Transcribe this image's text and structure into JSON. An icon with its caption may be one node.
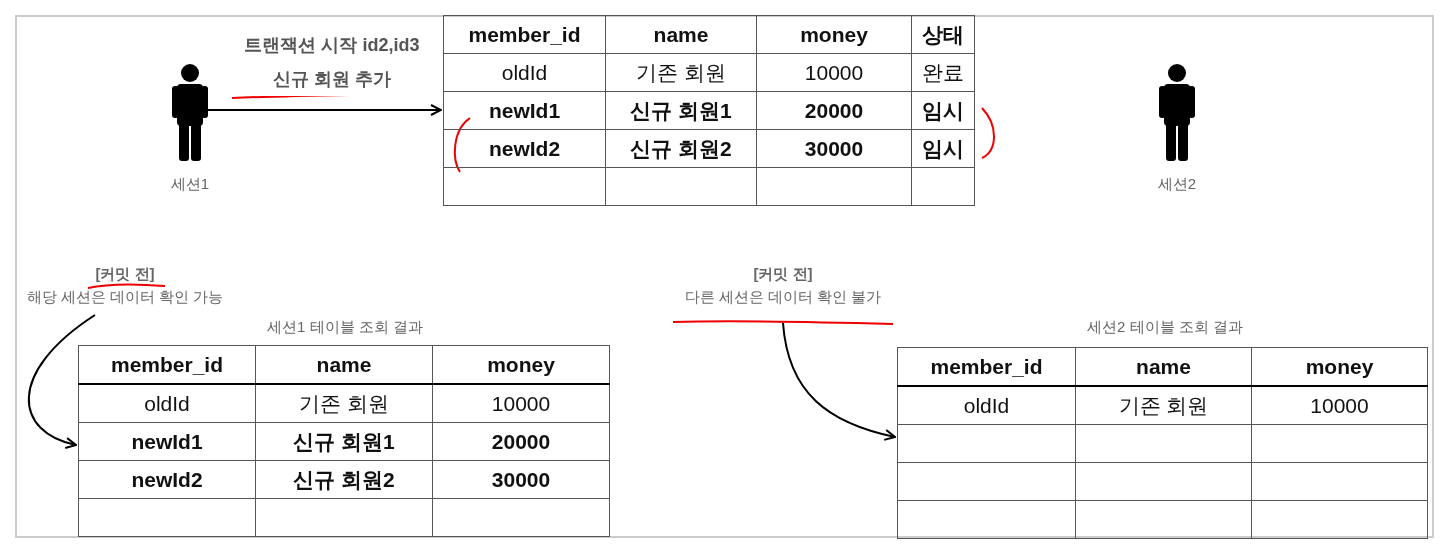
{
  "diagram": {
    "nodes": [
      {
        "text": [],
        "shape": "person",
        "beside": [
          "세션1"
        ]
      },
      {
        "text": [
          "member_id",
          "name",
          "money",
          "상태",
          "oldId",
          "기존 회원",
          "10000",
          "완료",
          "newId1",
          "신규 회원1",
          "20000",
          "임시",
          "newId2",
          "신규 회원2",
          "30000",
          "임시"
        ]
      },
      {
        "text": [],
        "shape": "person",
        "beside": [
          "세션2"
        ]
      },
      {
        "text": [
          "[커밋 전]",
          "해당 세션은 데이터 확인 가능"
        ]
      },
      {
        "text": [
          "member_id",
          "name",
          "money",
          "oldId",
          "기존 회원",
          "10000",
          "newId1",
          "신규 회원1",
          "20000",
          "newId2",
          "신규 회원2",
          "30000"
        ],
        "beside": [
          "세션1 테이블 조회 결과"
        ]
      },
      {
        "text": [
          "[커밋 전]",
          "다른 세션은 데이터 확인 불가"
        ]
      },
      {
        "text": [
          "member_id",
          "name",
          "money",
          "oldId",
          "기존 회원",
          "10000"
        ],
        "beside": [
          "세션2 테이블 조회 결과"
        ]
      }
    ],
    "edges": [
      {
        "from": 0,
        "to": 1,
        "arrow": "to",
        "label": "트랜잭션 시작 id2,id3 신규 회원 추가"
      },
      {
        "from": 3,
        "to": 4,
        "arrow": "to"
      },
      {
        "from": 5,
        "to": 6,
        "arrow": "to"
      }
    ]
  }
}
